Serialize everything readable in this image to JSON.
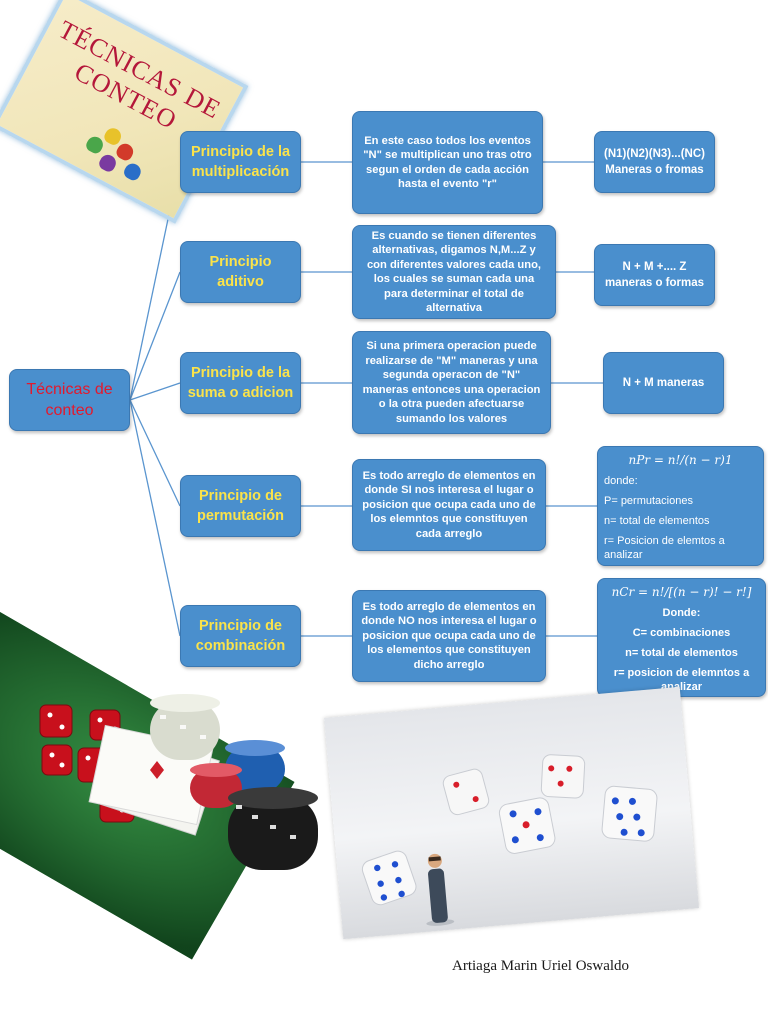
{
  "title_card": {
    "title": "Técnicas de conteo"
  },
  "root": {
    "label": "Técnicas de conteo"
  },
  "branches": [
    {
      "principle": "Principio de la multiplicación",
      "description": "En este caso todos los eventos \"N\" se multiplican uno tras otro segun el orden de cada acción hasta el evento \"r\"",
      "result": "(N1)(N2)(N3)...(NC) Maneras o fromas"
    },
    {
      "principle": "Principio aditivo",
      "description": "Es cuando se tienen diferentes alternativas, digamos N,M...Z y con diferentes valores cada uno, los cuales se suman cada una para determinar el total de alternativa",
      "result": "N + M +.... Z maneras o formas"
    },
    {
      "principle": "Principio de la suma o adicion",
      "description": "Si una primera operacion puede realizarse de \"M\" maneras y una segunda operacon de \"N\" maneras entonces una operacion o la otra pueden afectuarse sumando los valores",
      "result": "N + M maneras"
    },
    {
      "principle": "Principio de permutación",
      "description": "Es todo arreglo de elementos en donde SI nos interesa el lugar o posicion que ocupa cada uno de los elemntos que constituyen cada arreglo",
      "formula": {
        "equation": "nPr = n!/(n − r)1",
        "lines": [
          "donde:",
          "P= permutaciones",
          "n= total de elementos",
          "r= Posicion de elemtos a analizar"
        ]
      }
    },
    {
      "principle": "Principio de combinación",
      "description": "Es todo arreglo de elementos en donde NO nos interesa el lugar o posicion que ocupa cada uno de los elementos que constituyen dicho arreglo",
      "formula": {
        "equation": "nCr = n!/[(n − r)! − r!]",
        "lines": [
          "Donde:",
          "C= combinaciones",
          "n= total de elementos",
          "r= posicion de elemntos a analizar"
        ]
      }
    }
  ],
  "author": "Artiaga Marin Uriel Oswaldo",
  "colors": {
    "node_fill": "#4a8fcd",
    "principle_text": "#fbe34a",
    "root_text": "#e3192d",
    "connector": "#4a8fcd"
  },
  "images": [
    {
      "name": "casino-dice-chips-photo"
    },
    {
      "name": "dice-figurine-photo"
    }
  ]
}
